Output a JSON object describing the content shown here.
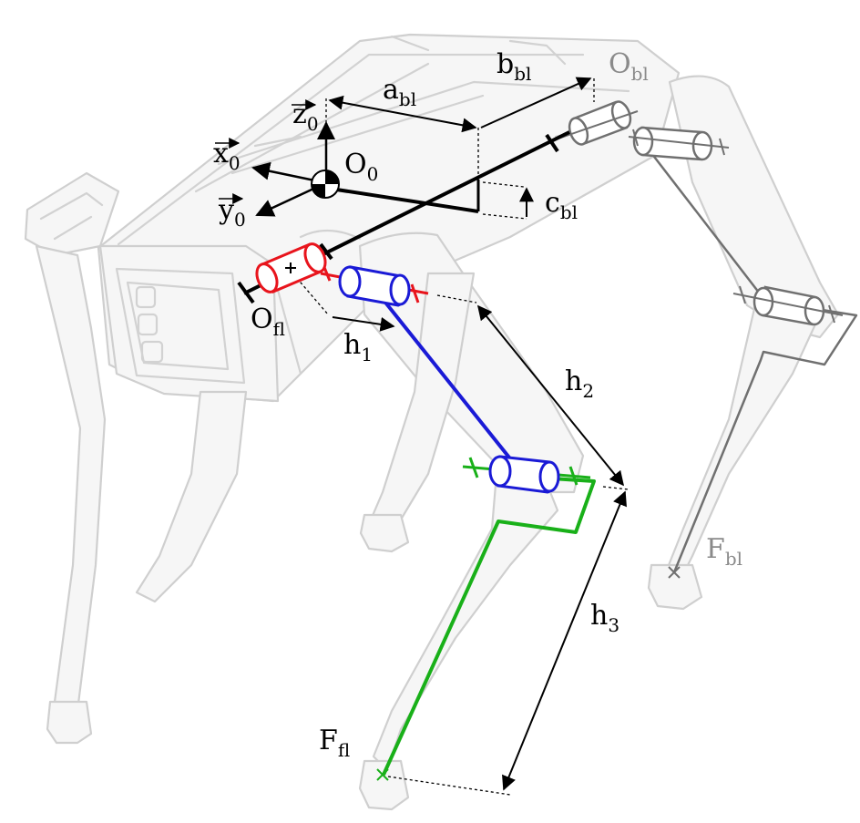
{
  "labels": {
    "x0": {
      "main": "x",
      "sub": "0"
    },
    "y0": {
      "main": "y",
      "sub": "0"
    },
    "z0": {
      "main": "z",
      "sub": "0"
    },
    "O0": {
      "main": "O",
      "sub": "0"
    },
    "a_bl": {
      "main": "a",
      "sub": "bl"
    },
    "b_bl": {
      "main": "b",
      "sub": "bl"
    },
    "c_bl": {
      "main": "c",
      "sub": "bl"
    },
    "O_bl": {
      "main": "O",
      "sub": "bl"
    },
    "O_fl": {
      "main": "O",
      "sub": "fl"
    },
    "h1": {
      "main": "h",
      "sub": "1"
    },
    "h2": {
      "main": "h",
      "sub": "2"
    },
    "h3": {
      "main": "h",
      "sub": "3"
    },
    "F_bl": {
      "main": "F",
      "sub": "bl"
    },
    "F_fl": {
      "main": "F",
      "sub": "fl"
    }
  },
  "colors": {
    "hip_joint": "#e8141c",
    "thigh_link": "#1a1ad6",
    "shank_link": "#19b019",
    "back_leg": "#707070",
    "body_offset": "#000000",
    "robot_outline": "#d2d2d2"
  }
}
